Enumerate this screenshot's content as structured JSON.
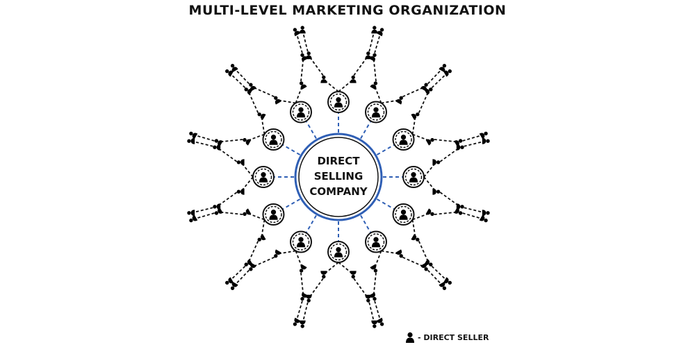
{
  "title": "MULTI-LEVEL MARKETING ORGANIZATION",
  "center": {
    "lines": [
      "DIRECT",
      "SELLING",
      "COMPANY"
    ]
  },
  "structure": {
    "first_level_sellers": 12,
    "sellers_per_branch": 2,
    "levels_per_branch": 3
  },
  "legend": {
    "icon": "person-icon",
    "label": "- DIRECT SELLER"
  },
  "colors": {
    "center_ring": "#2f5fb5",
    "spoke": "#2f5fb5",
    "branch": "#111111",
    "person": "#000000"
  }
}
